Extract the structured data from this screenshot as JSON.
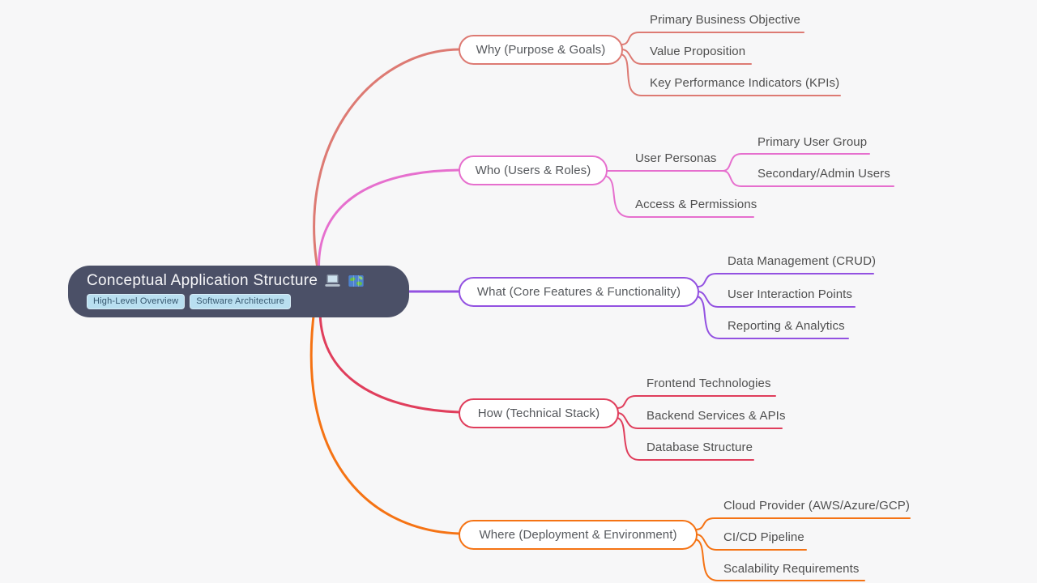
{
  "canvas": {
    "background": "#f7f7f8"
  },
  "root": {
    "title": "Conceptual Application Structure",
    "icons": [
      "laptop-icon",
      "world-map-icon"
    ],
    "bg_color": "#4b5067",
    "text_color": "#f7f7f9",
    "tag_bg": "#b9dff0",
    "tag_text_color": "#35566e",
    "tags": [
      {
        "label": "High-Level Overview"
      },
      {
        "label": "Software Architecture"
      }
    ]
  },
  "branches": [
    {
      "label": "Why (Purpose & Goals)",
      "color": "#dd7a73",
      "children": [
        {
          "label": "Primary Business Objective"
        },
        {
          "label": "Value Proposition"
        },
        {
          "label": "Key Performance Indicators (KPIs)"
        }
      ]
    },
    {
      "label": "Who (Users & Roles)",
      "color": "#e66fce",
      "children": [
        {
          "label": "User Personas",
          "children": [
            {
              "label": "Primary User Group"
            },
            {
              "label": "Secondary/Admin Users"
            }
          ]
        },
        {
          "label": "Access & Permissions"
        }
      ]
    },
    {
      "label": "What (Core Features & Functionality)",
      "color": "#9351e1",
      "children": [
        {
          "label": "Data Management (CRUD)"
        },
        {
          "label": "User Interaction Points"
        },
        {
          "label": "Reporting & Analytics"
        }
      ]
    },
    {
      "label": "How (Technical Stack)",
      "color": "#e03e5c",
      "children": [
        {
          "label": "Frontend Technologies"
        },
        {
          "label": "Backend Services & APIs"
        },
        {
          "label": "Database Structure"
        }
      ]
    },
    {
      "label": "Where (Deployment & Environment)",
      "color": "#f57314",
      "children": [
        {
          "label": "Cloud Provider (AWS/Azure/GCP)"
        },
        {
          "label": "CI/CD Pipeline"
        },
        {
          "label": "Scalability Requirements"
        }
      ]
    }
  ]
}
